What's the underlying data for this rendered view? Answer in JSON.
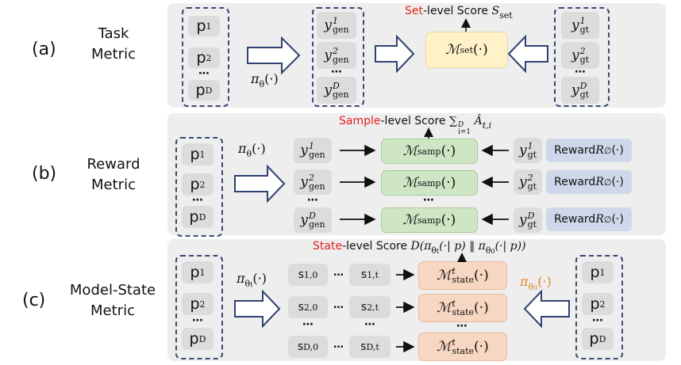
{
  "colors": {
    "set_box": "#fff2c8",
    "samp_box": "#cfe6c4",
    "state_box": "#f8d7c2",
    "reward_box": "#cfd8ea",
    "accent_red": "#e0201c",
    "orange": "#e0862a"
  },
  "panel_a": {
    "label": "(a)",
    "name_line1": "Task",
    "name_line2": "Metric",
    "prompts": [
      "p",
      "p",
      "p"
    ],
    "prompt_subs": [
      "1",
      "2",
      "D"
    ],
    "policy": "π",
    "policy_sub": "θ",
    "policy_arg": "(·)",
    "gen": "y",
    "gen_sub": "gen",
    "gen_sups": [
      "1",
      "2",
      "D"
    ],
    "gt_sub": "gt",
    "gt_sups": [
      "1",
      "2",
      "D"
    ],
    "score_word": "Set",
    "score_text": "-level  Score ",
    "score_sym": "S",
    "score_sub": "set",
    "metric": "ℳ",
    "metric_sub": "set",
    "metric_arg": "(·)"
  },
  "panel_b": {
    "label": "(b)",
    "name_line1": "Reward",
    "name_line2": "Metric",
    "score_word": "Sample",
    "score_text": "-level  Score ",
    "score_formula": "∑",
    "score_formula_sub": "i=1",
    "score_formula_sup": "D",
    "score_formula_rest": "Â",
    "score_formula_rest_sub": "t,i",
    "metric_sub": "samp",
    "reward_label": "Reward ",
    "reward_sym": "R",
    "reward_sub": "∅",
    "reward_arg": "(·)"
  },
  "panel_c": {
    "label": "(c)",
    "name_line1": "Model-State",
    "name_line2": "Metric",
    "policy_sub": "θ",
    "policy_sub2": "t",
    "ref_sub2": "0",
    "score_word": "State",
    "score_text": "-level  Score ",
    "score_formula": "D(π",
    "score_formula_sub": "θ",
    "score_formula_sub2": "t",
    "score_formula_mid": "(·| p) ‖ π",
    "score_formula_sub3": "θ",
    "score_formula_sub4": "0",
    "score_formula_end": "(·| p))",
    "states_rows": [
      [
        "s",
        "1,0",
        "s",
        "1,t"
      ],
      [
        "s",
        "2,0",
        "s",
        "2,t"
      ],
      [
        "s",
        "D,0",
        "s",
        "D,t"
      ]
    ],
    "metric_sub": "state",
    "metric_sup": "t",
    "ellipsis": "…",
    "vdots": "⋯"
  }
}
